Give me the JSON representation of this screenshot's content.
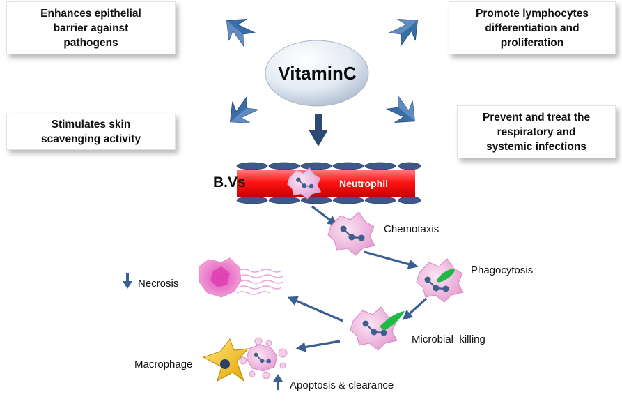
{
  "center": {
    "line1": "Vitamin",
    "line2": "C"
  },
  "boxes": {
    "top_left": "Enhances epithelial\nbarrier against\npathogens",
    "top_right": "Promote lymphocytes\ndifferentiation and\nproliferation",
    "mid_left": "Stimulates skin\nscavenging activity",
    "mid_right": "Prevent and treat the\nrespiratory and\nsystemic infections"
  },
  "vessel": {
    "label": "B.Vs",
    "cell_label": "Neutrophil"
  },
  "stages": {
    "chemotaxis": "Chemotaxis",
    "phagocytosis": "Phagocytosis",
    "microbial_killing": "Microbial  killing",
    "necrosis": "Necrosis",
    "macrophage": "Macrophage",
    "apoptosis": "Apoptosis & clearance"
  },
  "colors": {
    "arrow_blue": "#3a5f93",
    "cell_pink": "#f2b8df",
    "nucleus_blue": "#3f5f8e",
    "vessel_red": "#ff1414",
    "bacteria_green": "#1dba45",
    "macrophage_yellow": "#f3c314"
  }
}
